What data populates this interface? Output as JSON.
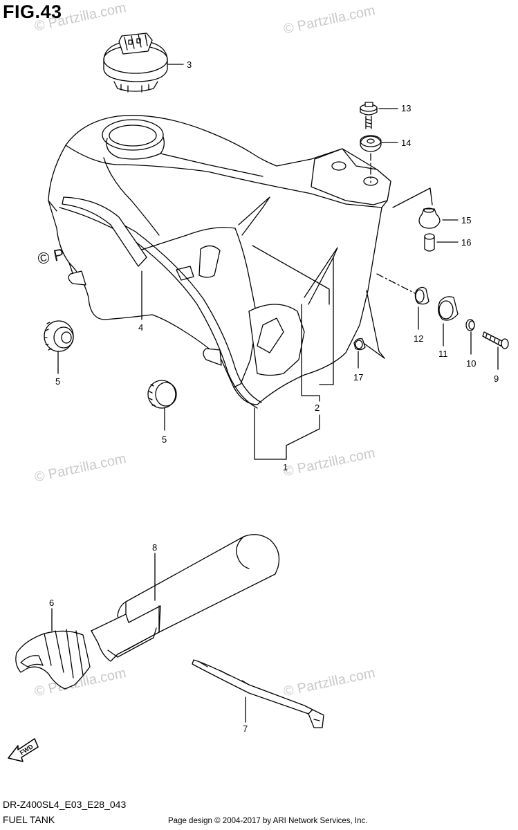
{
  "figure": {
    "title": "FIG.43"
  },
  "watermark": "© Partzilla.com",
  "parts": [
    {
      "no": "3",
      "label": "3"
    },
    {
      "no": "13",
      "label": "13"
    },
    {
      "no": "14",
      "label": "14"
    },
    {
      "no": "15",
      "label": "15"
    },
    {
      "no": "16",
      "label": "16"
    },
    {
      "no": "4",
      "label": "4"
    },
    {
      "no": "5a",
      "label": "5"
    },
    {
      "no": "5b",
      "label": "5"
    },
    {
      "no": "12",
      "label": "12"
    },
    {
      "no": "11",
      "label": "11"
    },
    {
      "no": "10",
      "label": "10"
    },
    {
      "no": "9",
      "label": "9"
    },
    {
      "no": "17",
      "label": "17"
    },
    {
      "no": "2",
      "label": "2"
    },
    {
      "no": "1",
      "label": "1"
    },
    {
      "no": "8",
      "label": "8"
    },
    {
      "no": "6",
      "label": "6"
    },
    {
      "no": "7",
      "label": "7"
    }
  ],
  "fwd_label": "FWD",
  "footer": {
    "model_code": "DR-Z400SL4_E03_E28_043",
    "section": "FUEL TANK",
    "copyright": "Page design © 2004-2017 by ARI Network Services, Inc."
  }
}
